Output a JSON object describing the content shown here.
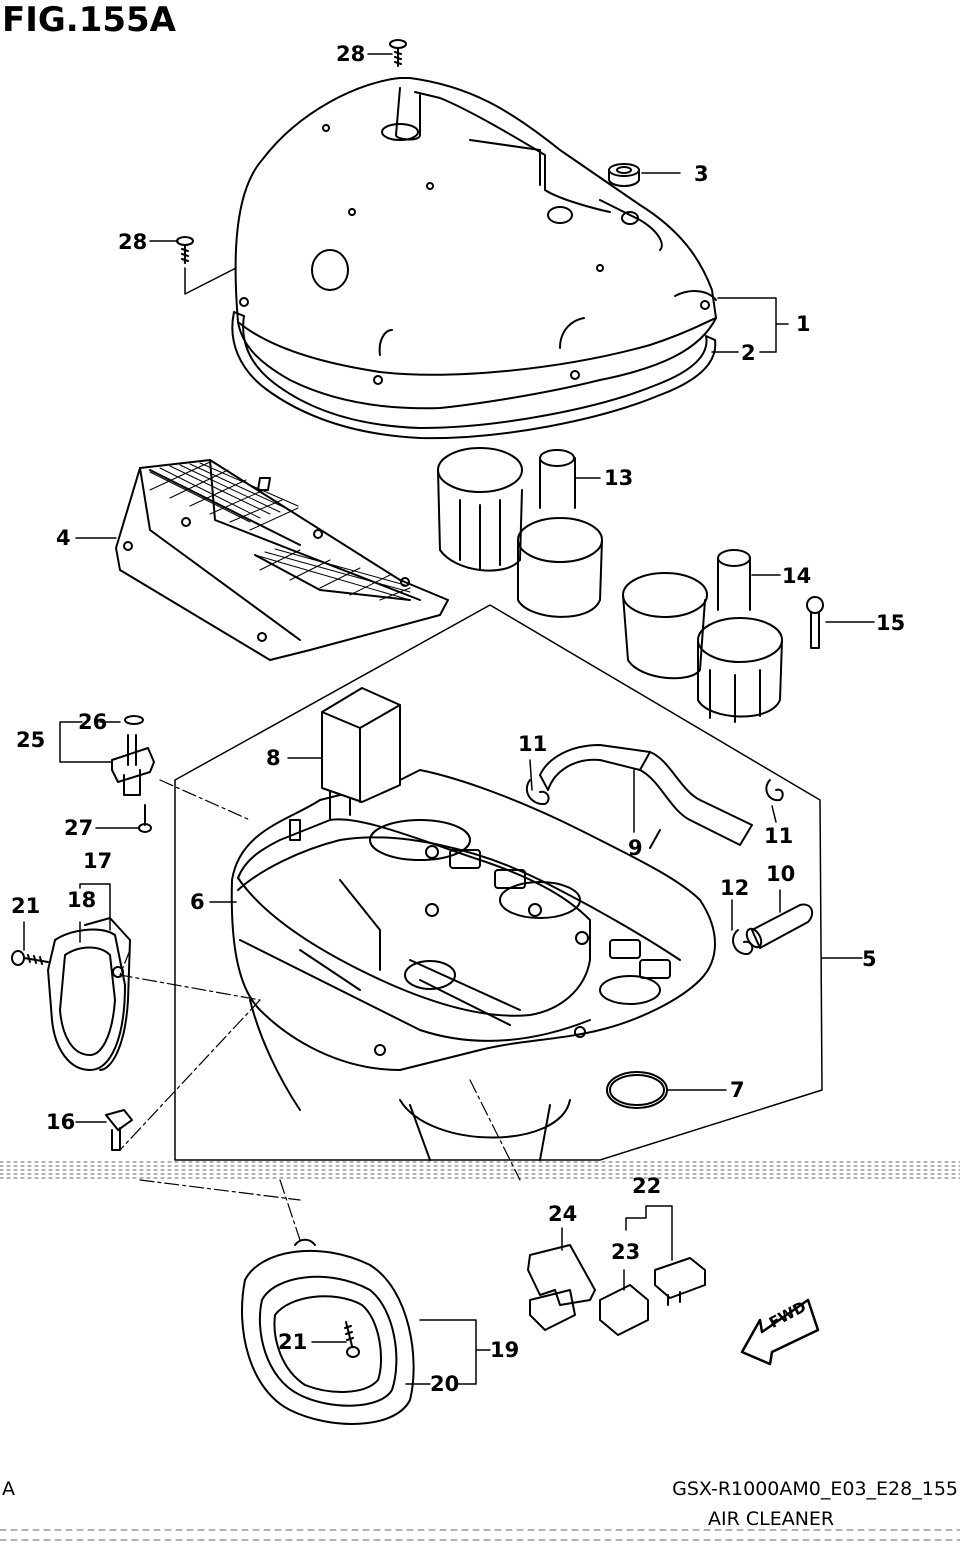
{
  "figure": {
    "title": "FIG.155A"
  },
  "callouts": {
    "c1": "1",
    "c2": "2",
    "c3": "3",
    "c4": "4",
    "c5": "5",
    "c6": "6",
    "c7": "7",
    "c8": "8",
    "c9": "9",
    "c10": "10",
    "c11a": "11",
    "c11b": "11",
    "c12": "12",
    "c13": "13",
    "c14": "14",
    "c15": "15",
    "c16": "16",
    "c17": "17",
    "c18": "18",
    "c19": "19",
    "c20": "20",
    "c21a": "21",
    "c21b": "21",
    "c22": "22",
    "c23": "23",
    "c24": "24",
    "c25": "25",
    "c26": "26",
    "c27": "27",
    "c28a": "28",
    "c28b": "28"
  },
  "fwd_arrow": {
    "label": "FWD",
    "icon": "fwd-arrow-icon"
  },
  "footer": {
    "left_code": "A",
    "model_code": "GSX-R1000AM0_E03_E28_155",
    "section_name": "AIR CLEANER"
  }
}
